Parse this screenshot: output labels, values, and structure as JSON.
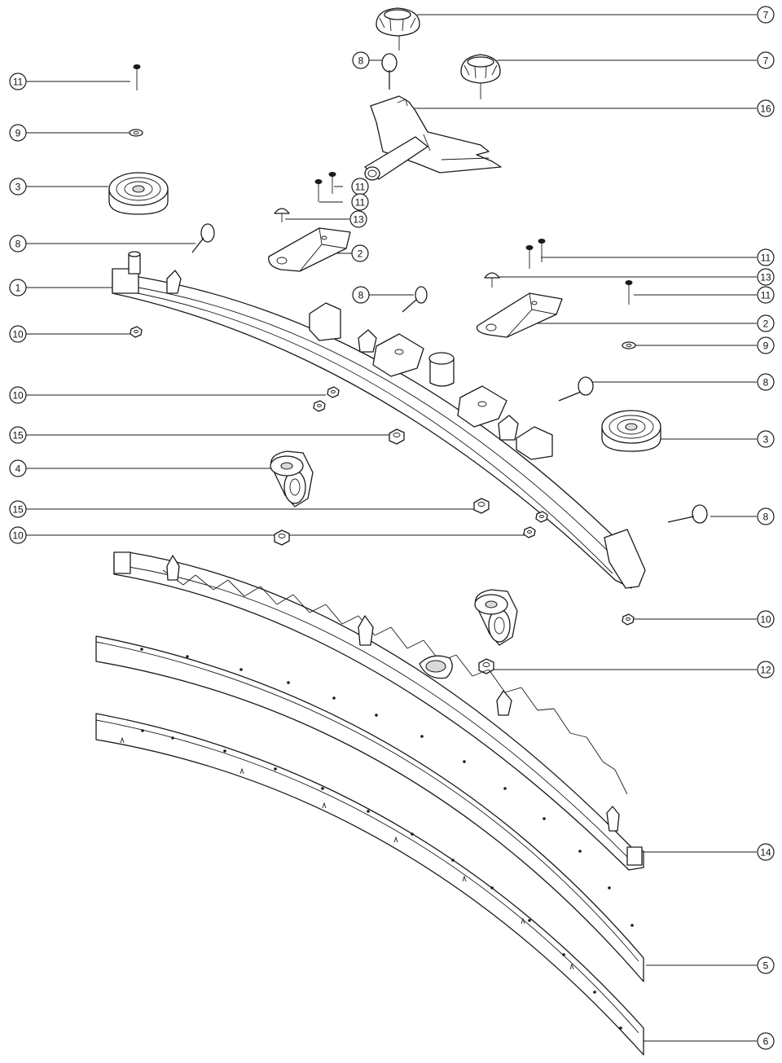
{
  "callouts": [
    {
      "id": "c7a",
      "label": "7"
    },
    {
      "id": "c8a",
      "label": "8"
    },
    {
      "id": "c7b",
      "label": "7"
    },
    {
      "id": "c11a",
      "label": "11"
    },
    {
      "id": "c16",
      "label": "16"
    },
    {
      "id": "c9a",
      "label": "9"
    },
    {
      "id": "c11b",
      "label": "11"
    },
    {
      "id": "c11c",
      "label": "11"
    },
    {
      "id": "c3a",
      "label": "3"
    },
    {
      "id": "c13a",
      "label": "13"
    },
    {
      "id": "c8b",
      "label": "8"
    },
    {
      "id": "c2a",
      "label": "2"
    },
    {
      "id": "c11d",
      "label": "11"
    },
    {
      "id": "c1",
      "label": "1"
    },
    {
      "id": "c13b",
      "label": "13"
    },
    {
      "id": "c8c",
      "label": "8"
    },
    {
      "id": "c11e",
      "label": "11"
    },
    {
      "id": "c2b",
      "label": "2"
    },
    {
      "id": "c10a",
      "label": "10"
    },
    {
      "id": "c9b",
      "label": "9"
    },
    {
      "id": "c10b",
      "label": "10"
    },
    {
      "id": "c8d",
      "label": "8"
    },
    {
      "id": "c15a",
      "label": "15"
    },
    {
      "id": "c3b",
      "label": "3"
    },
    {
      "id": "c4",
      "label": "4"
    },
    {
      "id": "c15b",
      "label": "15"
    },
    {
      "id": "c8e",
      "label": "8"
    },
    {
      "id": "c10c",
      "label": "10"
    },
    {
      "id": "c10d",
      "label": "10"
    },
    {
      "id": "c12",
      "label": "12"
    },
    {
      "id": "c14",
      "label": "14"
    },
    {
      "id": "c5",
      "label": "5"
    },
    {
      "id": "c6",
      "label": "6"
    }
  ]
}
